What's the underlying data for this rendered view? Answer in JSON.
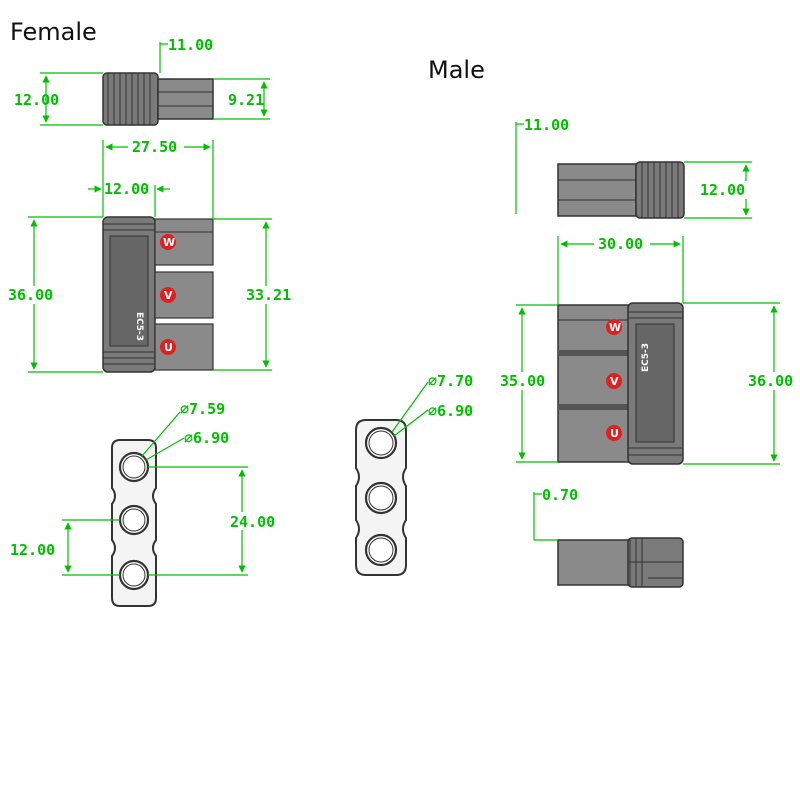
{
  "titles": {
    "female": "Female",
    "male": "Male"
  },
  "colors": {
    "dimension": "#00c000",
    "outline": "#4a4a4a",
    "body": "#7a7a7a",
    "body_dark": "#555555",
    "phase_mark": "#e02020",
    "background": "#ffffff"
  },
  "female": {
    "top_view": {
      "width_left": "12.00",
      "depth": "11.00",
      "width_right": "9.21"
    },
    "side_view": {
      "length_total": "27.50",
      "length_housing": "12.00",
      "height_total": "36.00",
      "height_pins": "33.21"
    },
    "front_view": {
      "outer_diameter": "⌀7.59",
      "inner_diameter": "⌀6.90",
      "pitch_total": "24.00",
      "pitch": "12.00"
    },
    "housing_labels": {
      "model": "EC5-3",
      "phase_w": "W",
      "phase_v": "V",
      "phase_u": "U"
    }
  },
  "male": {
    "front_view": {
      "outer_diameter": "⌀7.70",
      "inner_diameter": "⌀6.90"
    },
    "top_view": {
      "depth": "11.00",
      "width": "12.00"
    },
    "side_view": {
      "length_total": "30.00",
      "height_inner": "35.00",
      "height_total": "36.00"
    },
    "bottom_view": {
      "offset": "0.70"
    },
    "housing_labels": {
      "model": "EC5-3",
      "phase_w": "W",
      "phase_v": "V",
      "phase_u": "U"
    }
  }
}
